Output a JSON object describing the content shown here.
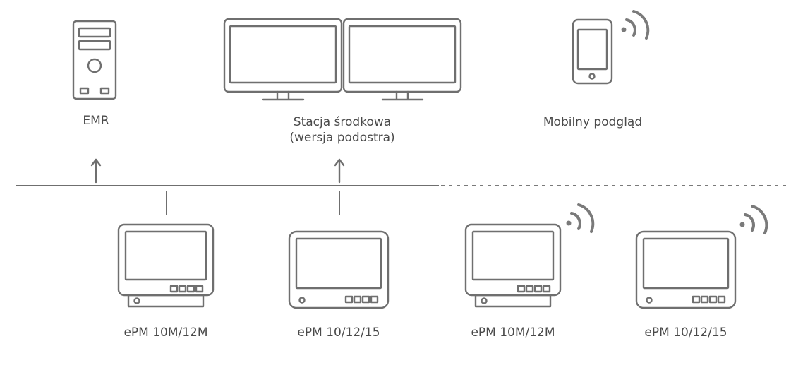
{
  "top_nodes": {
    "emr": {
      "label": "EMR",
      "icon": "desktop-tower-icon"
    },
    "central_station": {
      "label_line1": "Stacja środkowa",
      "label_line2": "(wersja podostra)",
      "icon": "dual-monitor-icon"
    },
    "mobile_view": {
      "label": "Mobilny podgląd",
      "icon": "smartphone-icon",
      "wireless": true
    }
  },
  "network": {
    "wired_segment": "solid",
    "wireless_segment": "dashed"
  },
  "monitors": [
    {
      "label": "ePM 10M/12M",
      "type": "monitor-with-stand",
      "connection": "wired"
    },
    {
      "label": "ePM 10/12/15",
      "type": "monitor",
      "connection": "wired"
    },
    {
      "label": "ePM 10M/12M",
      "type": "monitor-with-stand",
      "connection": "wireless"
    },
    {
      "label": "ePM 10/12/15",
      "type": "monitor",
      "connection": "wireless"
    }
  ],
  "colors": {
    "line": "#6f6f6f",
    "text": "#4a4a4a",
    "background": "#ffffff"
  }
}
